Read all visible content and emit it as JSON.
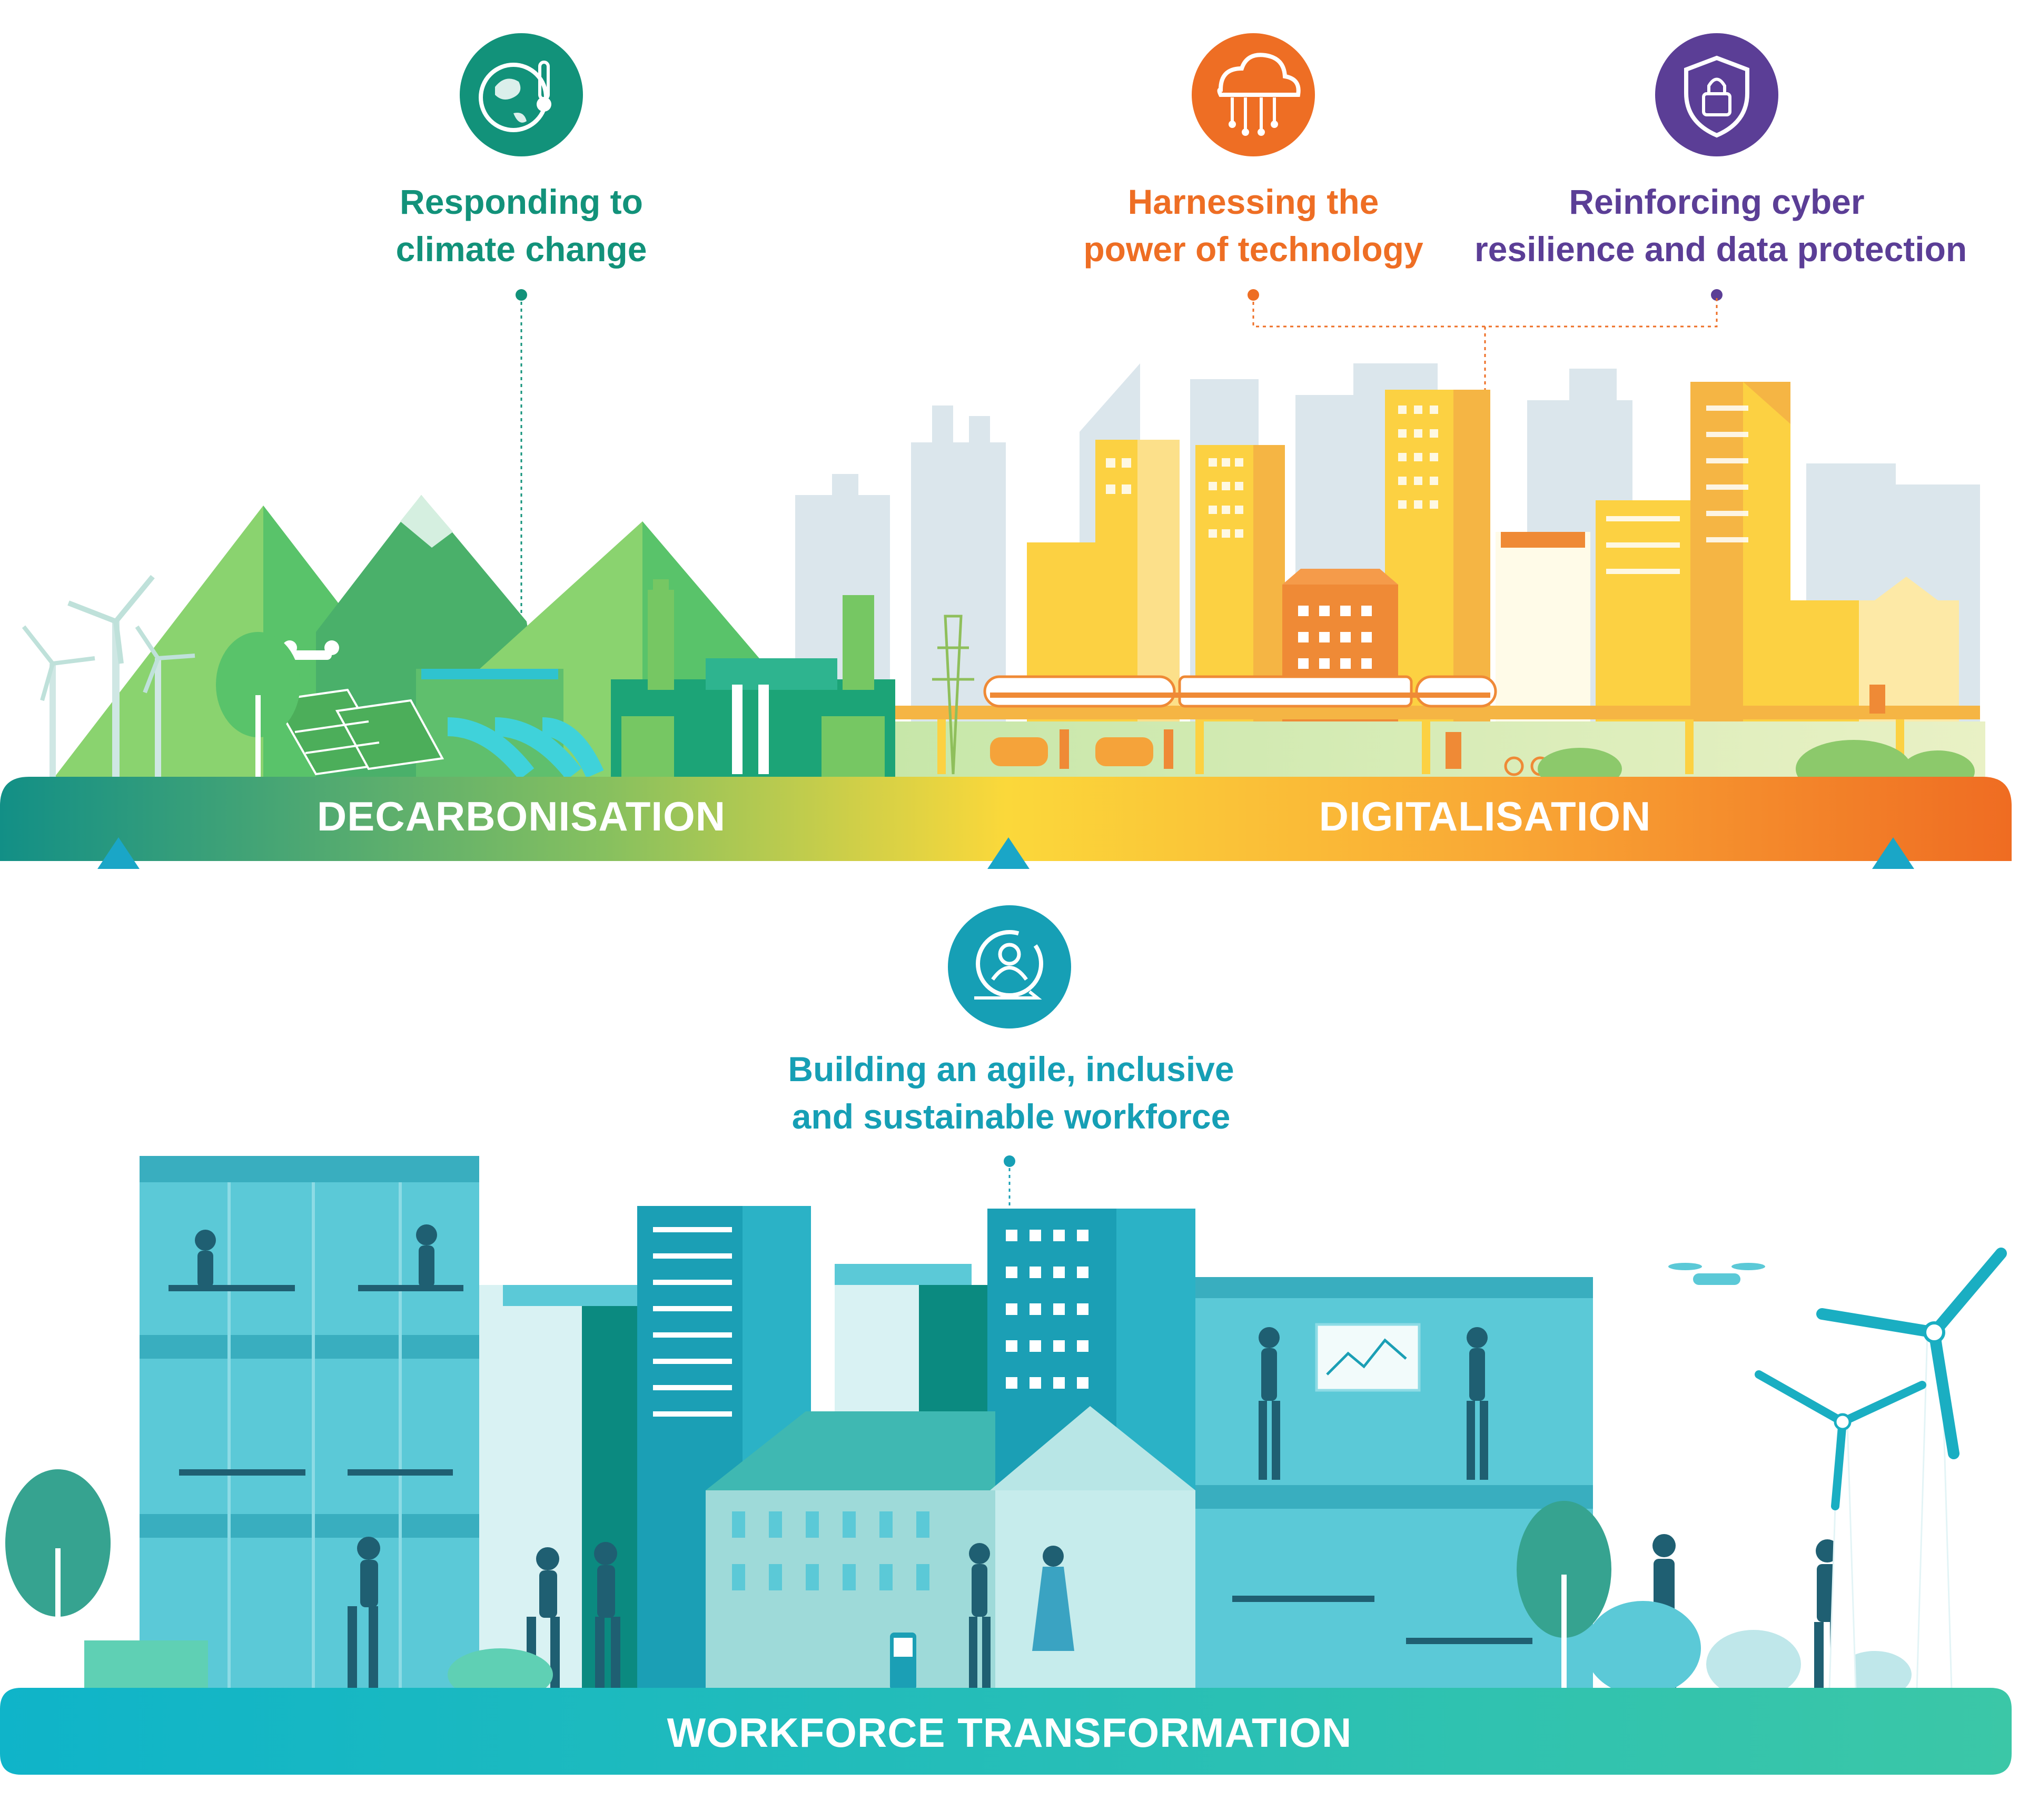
{
  "themes": {
    "climate": {
      "line1": "Responding to",
      "line2": "climate change",
      "color": "#12927a",
      "icon": "globe-thermometer-icon"
    },
    "technology": {
      "line1": "Harnessing the",
      "line2": "power of technology",
      "color": "#ee6e24",
      "icon": "cloud-network-icon"
    },
    "cyber": {
      "line1": "Reinforcing cyber",
      "line2": "resilience and data protection",
      "color": "#5b3e96",
      "icon": "shield-lock-icon"
    },
    "workforce": {
      "line1": "Building an agile, inclusive",
      "line2": "and sustainable workforce",
      "color": "#169fb5",
      "icon": "person-cycle-icon"
    }
  },
  "bands": {
    "decarbonisation": "DECARBONISATION",
    "digitalisation": "DIGITALISATION",
    "workforce_transformation": "WORKFORCE TRANSFORMATION"
  },
  "colors": {
    "band_start": "#128f86",
    "band_mid": "#fbd83a",
    "band_end": "#ef6c22",
    "workforce_band_start": "#0fb4c9",
    "workforce_band_end": "#3bc7a7",
    "marker": "#1aa6c7",
    "mountain_green": "#59c36a",
    "building_yellow": "#fcd142",
    "building_orange": "#ef8a36",
    "teal_building": "#5bc9d7"
  }
}
